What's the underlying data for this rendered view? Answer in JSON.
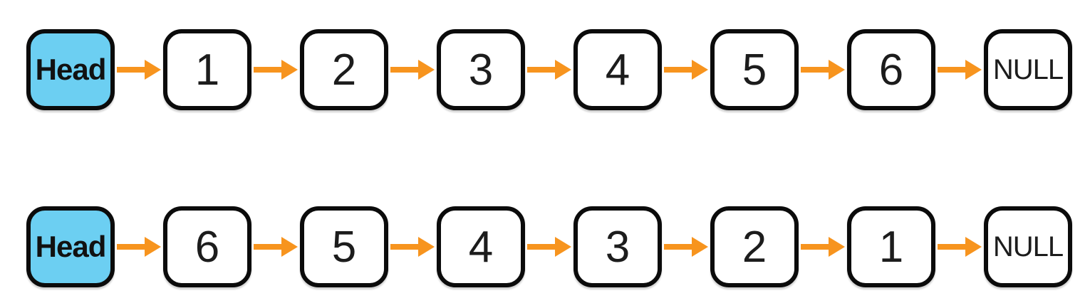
{
  "colors": {
    "background": "#ffffff",
    "border": "#0b0b0b",
    "head_fill": "#6ccff2",
    "node_fill": "#ffffff",
    "arrow": "#f7941e",
    "text": "#1c1c1c"
  },
  "lists": [
    {
      "head": "Head",
      "nodes": [
        "1",
        "2",
        "3",
        "4",
        "5",
        "6"
      ],
      "terminator": "NULL"
    },
    {
      "head": "Head",
      "nodes": [
        "6",
        "5",
        "4",
        "3",
        "2",
        "1"
      ],
      "terminator": "NULL"
    }
  ]
}
